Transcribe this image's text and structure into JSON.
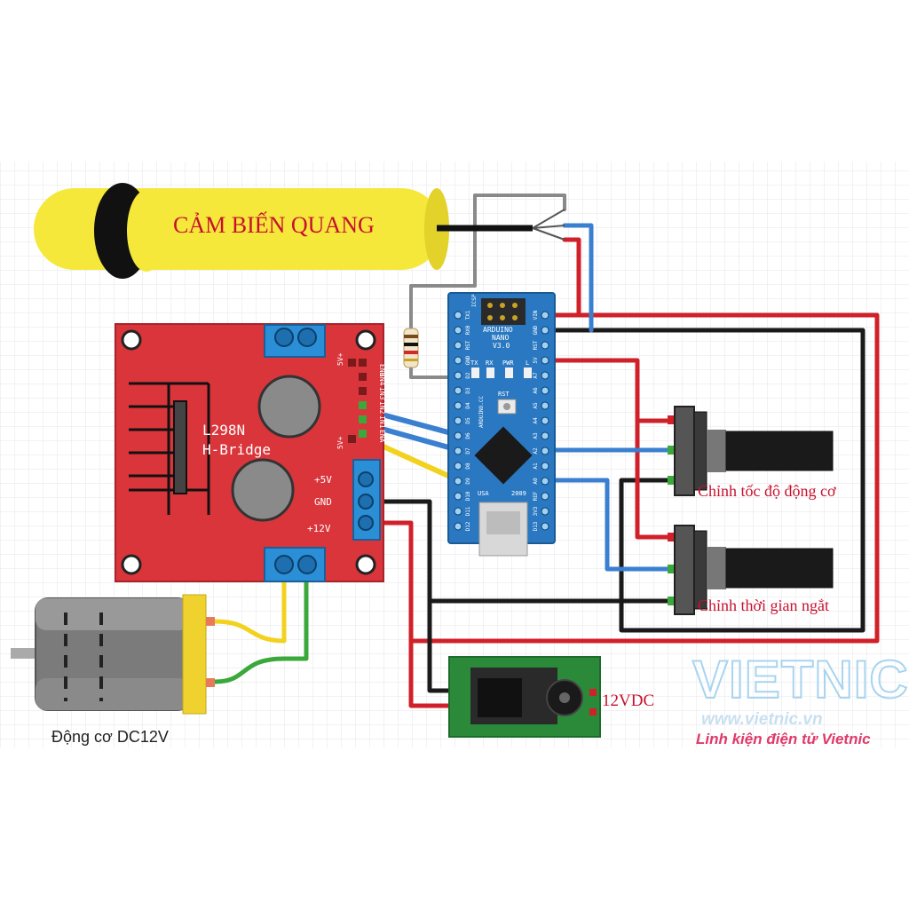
{
  "sensor": {
    "label": "CẢM BIẾN QUANG"
  },
  "driver": {
    "title_line1": "L298N",
    "title_line2": "H-Bridge",
    "pins_top": [
      "5V+",
      "ENB",
      "IN4",
      "IN3",
      "IN2",
      "IN1",
      "ENA",
      "5V+"
    ],
    "terminal_labels": [
      "+5V",
      "GND",
      "+12V"
    ]
  },
  "nano": {
    "board_line1": "ARDUINO",
    "board_line2": "NANO",
    "board_line3": "V3.0",
    "icsp": "ICSP",
    "leds": [
      "TX",
      "RX",
      "PWR",
      "L"
    ],
    "rst": "RST",
    "usb": "USA",
    "year": "2009",
    "brand": "ARDUINO.CC",
    "left_pins": [
      "TX1",
      "RX0",
      "RST",
      "GND",
      "D2",
      "D3",
      "D4",
      "D5",
      "D6",
      "D7",
      "D8",
      "D9",
      "D10",
      "D11",
      "D12"
    ],
    "right_pins": [
      "VIN",
      "GND",
      "RST",
      "5V",
      "A7",
      "A6",
      "A5",
      "A4",
      "A3",
      "A2",
      "A1",
      "A0",
      "REF",
      "3V3",
      "D13"
    ]
  },
  "pot1": {
    "label": "Chỉnh tốc độ động cơ"
  },
  "pot2": {
    "label": "Chỉnh thời gian ngắt"
  },
  "motor": {
    "label": "Động cơ DC12V"
  },
  "power": {
    "label": "12VDC"
  },
  "brand": {
    "logo": "VIETNIC",
    "url": "www.vietnic.vn",
    "tagline": "Linh kiện điện tử Vietnic"
  },
  "colors": {
    "sensor_yellow": "#f5e83a",
    "driver_red": "#d9353b",
    "nano_blue": "#2a78c1",
    "wire_red": "#d0202a",
    "wire_black": "#1a1a1a",
    "wire_blue": "#3a7fd0",
    "wire_yellow": "#f2d21e",
    "wire_green": "#3aa83a",
    "brand_pink": "#e03a6a"
  }
}
